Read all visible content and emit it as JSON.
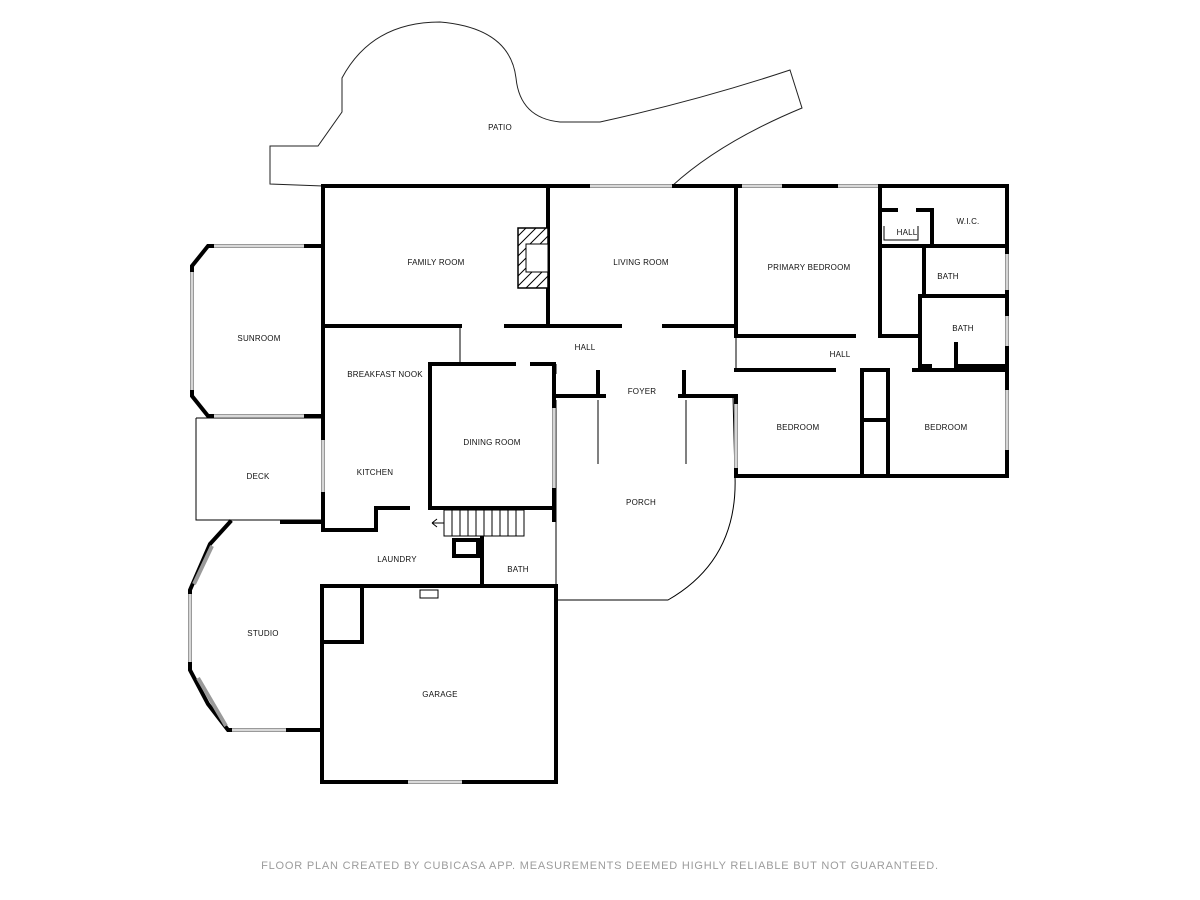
{
  "rooms": {
    "patio": "PATIO",
    "family_room": "FAMILY ROOM",
    "living_room": "LIVING ROOM",
    "primary_bedroom": "PRIMARY BEDROOM",
    "hall_top": "HALL",
    "wic": "W.I.C.",
    "bath_1": "BATH",
    "bath_2": "BATH",
    "sunroom": "SUNROOM",
    "breakfast_nook": "BREAKFAST NOOK",
    "hall_center": "HALL",
    "foyer": "FOYER",
    "hall_right": "HALL",
    "dining_room": "DINING ROOM",
    "bedroom_1": "BEDROOM",
    "bedroom_2": "BEDROOM",
    "deck": "DECK",
    "kitchen": "KITCHEN",
    "porch": "PORCH",
    "laundry": "LAUNDRY",
    "bath_3": "BATH",
    "studio": "STUDIO",
    "garage": "GARAGE"
  },
  "footer": "FLOOR PLAN CREATED BY CUBICASA APP. MEASUREMENTS DEEMED HIGHLY RELIABLE BUT NOT GUARANTEED."
}
